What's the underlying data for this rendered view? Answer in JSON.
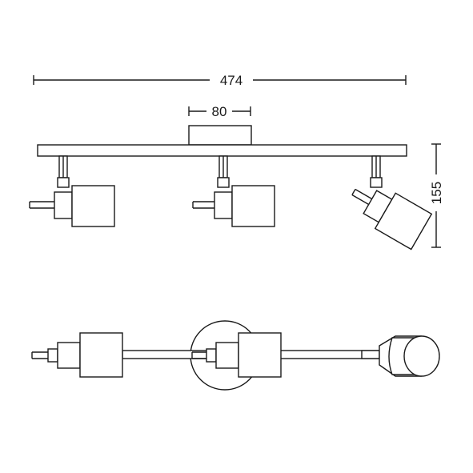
{
  "dimensions": {
    "total_width": "474",
    "mount_width": "80",
    "height": "155"
  },
  "colors": {
    "line": "#1a1a1a",
    "background": "#ffffff"
  }
}
